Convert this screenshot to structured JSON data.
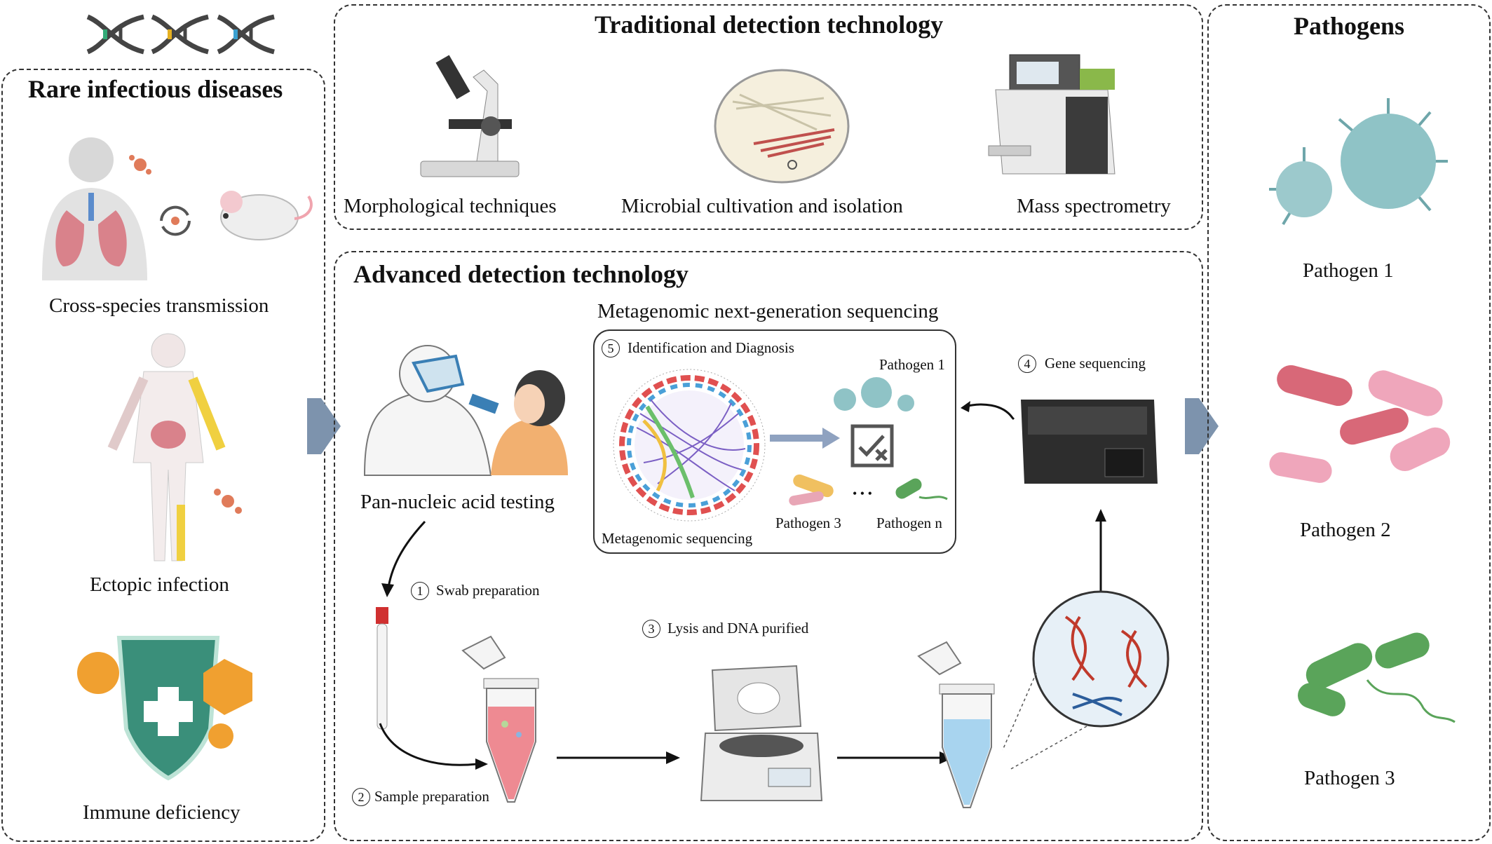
{
  "left_panel": {
    "title": "Rare infectious diseases",
    "items": [
      "Cross-species transmission",
      "Ectopic infection",
      "Immune deficiency"
    ]
  },
  "traditional": {
    "title": "Traditional detection technology",
    "items": [
      "Morphological techniques",
      "Microbial cultivation and isolation",
      "Mass spectrometry"
    ]
  },
  "advanced": {
    "title": "Advanced detection technology",
    "mngs_title": "Metagenomic next-generation sequencing",
    "testing_label": "Pan-nucleic acid testing",
    "steps": {
      "s1": "Swab preparation",
      "s2": "Sample preparation",
      "s3": "Lysis and DNA purified",
      "s4": "Gene sequencing",
      "s5": "Identification and Diagnosis"
    },
    "step_numbers": [
      "1",
      "2",
      "3",
      "4",
      "5"
    ],
    "mngs_labels": {
      "sequencing": "Metagenomic sequencing",
      "pathogen_1": "Pathogen 1",
      "pathogen_3": "Pathogen 3",
      "pathogen_n": "Pathogen n",
      "ellipsis": "• • •"
    }
  },
  "pathogens": {
    "title": "Pathogens",
    "items": [
      "Pathogen 1",
      "Pathogen 2",
      "Pathogen 3"
    ]
  },
  "colors": {
    "border": "#333333",
    "virus": "#8fc3c6",
    "bacteria_pink": "#e58fa5",
    "bacteria_green": "#5aa45a",
    "arrow_flow": "#7d93ad"
  },
  "icons": [
    "dna-icon",
    "microscope-icon",
    "petri-dish-icon",
    "mass-spectrometer-icon",
    "virus-icon",
    "bacteria-icon",
    "centrifuge-icon",
    "tube-icon",
    "sequencer-icon",
    "circos-plot-icon",
    "shield-icon",
    "human-body-icon",
    "mouse-icon"
  ]
}
